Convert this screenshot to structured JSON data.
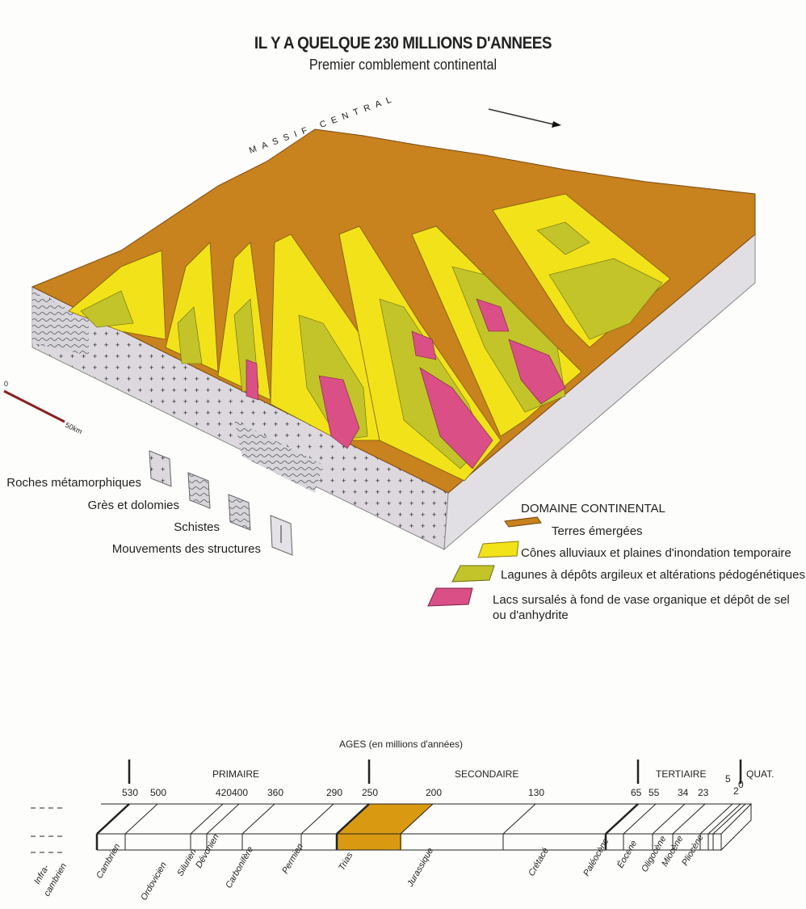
{
  "header": {
    "title": "IL Y A QUELQUE 230 MILLIONS D'ANNEES",
    "subtitle": "Premier comblement continental"
  },
  "block": {
    "region_label": "MASSIF CENTRAL",
    "scale": {
      "start": "0",
      "end": "50km"
    },
    "colors": {
      "terres": "#c8821e",
      "cones": "#f2e21a",
      "lagunes": "#c2c42a",
      "lacs": "#d94f86",
      "socle": "#d9d6dc"
    }
  },
  "legend_left": {
    "items": [
      {
        "label": "Roches métamorphiques",
        "icon": "metamorphic-rock-swatch"
      },
      {
        "label": "Grès et dolomies",
        "icon": "sandstone-swatch"
      },
      {
        "label": "Schistes",
        "icon": "schist-swatch"
      },
      {
        "label": "Mouvements des structures",
        "icon": "fault-arrow-swatch"
      }
    ]
  },
  "legend_right": {
    "heading": "DOMAINE CONTINENTAL",
    "items": [
      {
        "label": "Terres émergées",
        "color": "#c8821e"
      },
      {
        "label": "Cônes alluviaux et plaines d'inondation temporaire",
        "color": "#f2e21a"
      },
      {
        "label": "Lagunes à dépôts argileux et altérations pédogénétiques",
        "color": "#c2c42a"
      },
      {
        "label": "Lacs sursalés à fond de vase organique et dépôt de sel",
        "label2": "ou d'anhydrite",
        "color": "#d94f86"
      }
    ]
  },
  "timeline": {
    "title": "AGES (en millions d'années)",
    "eras": [
      "PRIMAIRE",
      "SECONDAIRE",
      "TERTIAIRE",
      "QUAT."
    ],
    "ticks": [
      "530",
      "500",
      "420",
      "400",
      "360",
      "290",
      "250",
      "200",
      "130",
      "65",
      "55",
      "34",
      "23",
      "5",
      "2",
      "0"
    ],
    "periods": [
      "Infra-",
      "cambrien",
      "Cambrien",
      "Ordovicien",
      "Silurien",
      "Dévonien",
      "Carbonifère",
      "Permien",
      "Trias",
      "Jurassique",
      "Crétacé",
      "Paléocène",
      "Éocène",
      "Oligocène",
      "Miocène",
      "Pliocène"
    ],
    "highlight": "Trias",
    "highlight_color": "#d99a12"
  }
}
